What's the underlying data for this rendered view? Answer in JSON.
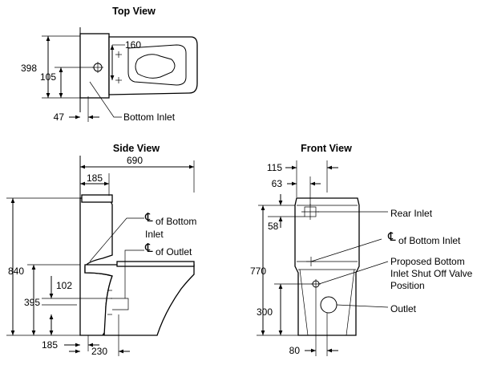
{
  "views": {
    "top": {
      "title": "Top View",
      "dims": {
        "overall_depth": "398",
        "inlet_offset": "105",
        "inlet_spacing": "160",
        "inlet_from_wall": "47"
      },
      "labels": {
        "bottom_inlet": "Bottom Inlet"
      }
    },
    "side": {
      "title": "Side View",
      "dims": {
        "overall_length": "690",
        "tank_depth": "185",
        "height": "840",
        "inlet_height": "102",
        "outlet_height": "395",
        "outlet_from_wall_small": "185",
        "outlet_from_wall": "230"
      },
      "labels": {
        "cl_bottom_inlet_a": "of Bottom",
        "cl_bottom_inlet_b": "Inlet",
        "cl_outlet": "of Outlet",
        "cl_symbol": "℄"
      }
    },
    "front": {
      "title": "Front View",
      "dims": {
        "rear_inlet_offset": "115",
        "rear_inlet_offset_small": "63",
        "rear_inlet_drop": "58",
        "height": "770",
        "outlet_height": "300",
        "outlet_offset": "80"
      },
      "labels": {
        "rear_inlet": "Rear Inlet",
        "cl_bottom_inlet": "of Bottom Inlet",
        "cl_symbol": "℄",
        "shut_off_1": "Proposed Bottom",
        "shut_off_2": "Inlet Shut Off Valve",
        "shut_off_3": "Position",
        "outlet": "Outlet"
      }
    }
  }
}
